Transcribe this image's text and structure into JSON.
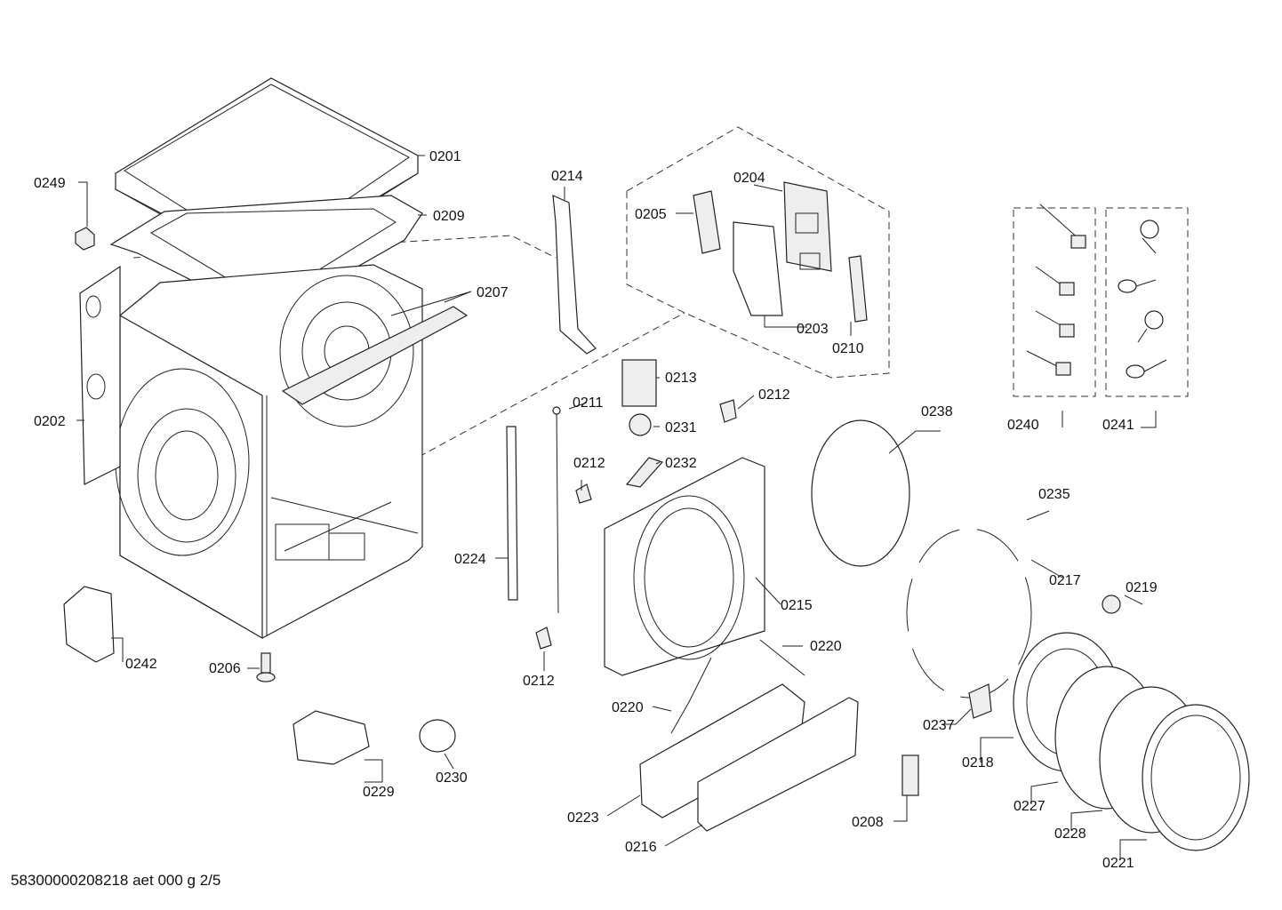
{
  "diagram": {
    "labels": [
      "0201",
      "0209",
      "0249",
      "0207",
      "0202",
      "0214",
      "0205",
      "0204",
      "0203",
      "0210",
      "0213",
      "0211",
      "0212",
      "0231",
      "0232",
      "0238",
      "0240",
      "0241",
      "0224",
      "0215",
      "0235",
      "0217",
      "0219",
      "0220",
      "0242",
      "0206",
      "0237",
      "0218",
      "0229",
      "0230",
      "0223",
      "0216",
      "0208",
      "0227",
      "0228",
      "0221"
    ]
  },
  "footer": {
    "code": "58300000208218 aet 000 g 2/5"
  }
}
